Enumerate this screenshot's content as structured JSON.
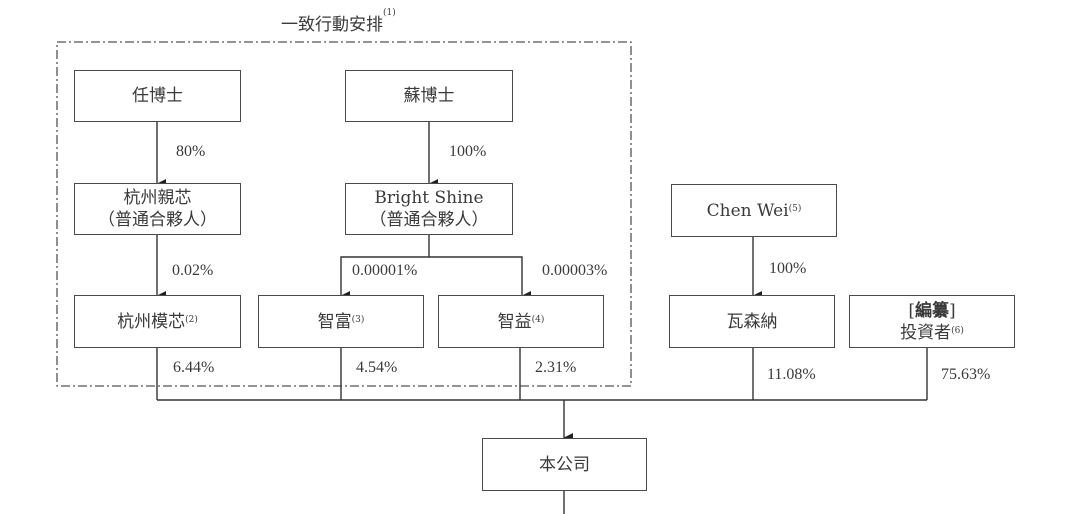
{
  "group": {
    "title": "一致行動安排",
    "title_note": "(1)"
  },
  "entities": {
    "ren": {
      "name": "任博士"
    },
    "su": {
      "name": "蘇博士"
    },
    "hz_qinxin": {
      "line1": "杭州親芯",
      "line2": "（普通合夥人）"
    },
    "bright_shine": {
      "line1": "Bright Shine",
      "line2": "（普通合夥人）"
    },
    "hz_moxin": {
      "name": "杭州模芯",
      "note": "(2)"
    },
    "zhifu": {
      "name": "智富",
      "note": "(3)"
    },
    "zhiyi": {
      "name": "智益",
      "note": "(4)"
    },
    "chen_wei": {
      "name": "Chen Wei",
      "note": "(5)"
    },
    "wasenna": {
      "name": "瓦森納"
    },
    "investors": {
      "line1_pre": "[",
      "line1_bold": "編纂",
      "line1_post": "]",
      "line2": "投資者",
      "note": "(6)"
    },
    "company": {
      "name": "本公司"
    }
  },
  "edges": {
    "ren_to_qinxin": "80%",
    "su_to_bright": "100%",
    "qinxin_to_moxin": "0.02%",
    "bright_to_zhifu": "0.00001%",
    "bright_to_zhiyi": "0.00003%",
    "chen_to_wasenna": "100%",
    "moxin_to_company": "6.44%",
    "zhifu_to_company": "4.54%",
    "zhiyi_to_company": "2.31%",
    "wasenna_to_company": "11.08%",
    "investors_to_company": "75.63%"
  }
}
